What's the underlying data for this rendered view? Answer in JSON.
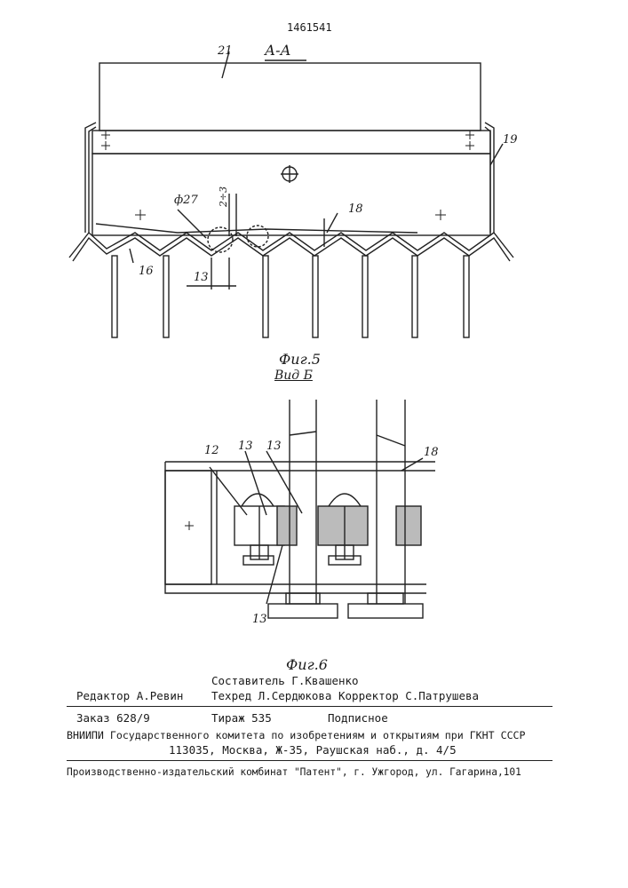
{
  "patent_number": "1461541",
  "fig5": {
    "section_label": "А-А",
    "caption": "Фиг.5",
    "labels": {
      "l21": "21",
      "l19": "19",
      "l18": "18",
      "l16": "16",
      "l13": "13",
      "dia": "ф27",
      "gap": "2÷3"
    }
  },
  "fig6": {
    "view_label": "Вид Б",
    "caption": "Фиг.6",
    "labels": {
      "l12": "12",
      "l13a": "13",
      "l13b": "13",
      "l13c": "13",
      "l18": "18"
    }
  },
  "imprint": {
    "compiler": "Составитель Г.Квашенко",
    "editor": "Редактор А.Ревин",
    "techred_corrector": "Техред Л.Сердюкова Корректор С.Патрушева",
    "order": "Заказ 628/9",
    "circulation": "Тираж 535",
    "subscription": "Подписное",
    "institute": "ВНИИПИ Государственного комитета по изобретениям и открытиям при ГКНТ СССР",
    "address": "113035, Москва, Ж-35, Раушская наб., д. 4/5",
    "publisher": "Производственно-издательский комбинат \"Патент\", г. Ужгород, ул. Гагарина,101"
  }
}
